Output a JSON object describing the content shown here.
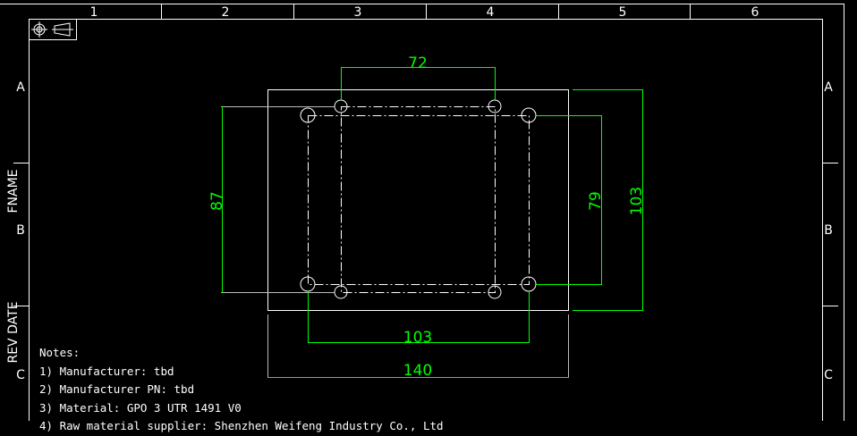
{
  "frame": {
    "columns": [
      "1",
      "2",
      "3",
      "4",
      "5",
      "6"
    ],
    "rows": [
      "A",
      "B",
      "C"
    ],
    "left_labels": {
      "fname": "FNAME",
      "revdate": "REV DATE"
    }
  },
  "dimensions": {
    "top_hole_spacing": "72",
    "left_hole_spacing": "87",
    "right_hole_spacing": "79",
    "overall_height": "103",
    "bottom_hole_spacing": "103",
    "overall_width": "140"
  },
  "notes": {
    "title": "Notes:",
    "items": [
      "1) Manufacturer: tbd",
      "2) Manufacturer PN: tbd",
      "3) Material: GPO 3 UTR 1491 V0",
      "4) Raw material supplier: Shenzhen Weifeng Industry Co., Ltd"
    ]
  },
  "colors": {
    "background": "#000000",
    "geometry": "#ffffff",
    "dimension": "#00ff00"
  }
}
